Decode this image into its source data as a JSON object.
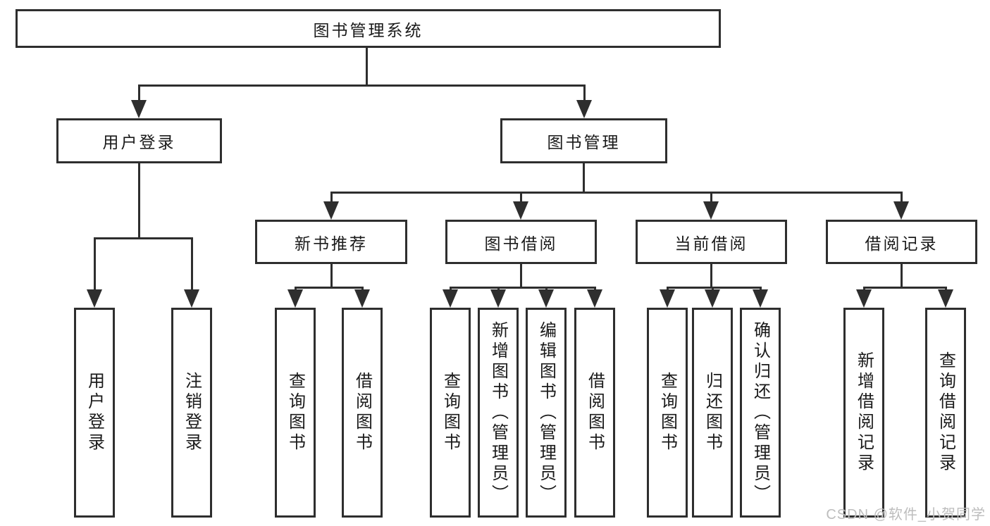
{
  "tree": {
    "label": "图书管理系统",
    "children": [
      {
        "label": "用户登录",
        "children": [
          {
            "label": "用户登录"
          },
          {
            "label": "注销登录"
          }
        ]
      },
      {
        "label": "图书管理",
        "children": [
          {
            "label": "新书推荐",
            "children": [
              {
                "label": "查询图书"
              },
              {
                "label": "借阅图书"
              }
            ]
          },
          {
            "label": "图书借阅",
            "children": [
              {
                "label": "查询图书"
              },
              {
                "label": "新增图书（管理员）"
              },
              {
                "label": "编辑图书（管理员）"
              },
              {
                "label": "借阅图书"
              }
            ]
          },
          {
            "label": "当前借阅",
            "children": [
              {
                "label": "查询图书"
              },
              {
                "label": "归还图书"
              },
              {
                "label": "确认归还（管理员）"
              }
            ]
          },
          {
            "label": "借阅记录",
            "children": [
              {
                "label": "新增借阅记录"
              },
              {
                "label": "查询借阅记录"
              }
            ]
          }
        ]
      }
    ]
  },
  "watermark": "CSDN @软件_小贺同学",
  "colors": {
    "line": "#2e2e2e",
    "text": "#1a1a1a",
    "background": "#ffffff",
    "watermark": "#bdbdbd"
  }
}
